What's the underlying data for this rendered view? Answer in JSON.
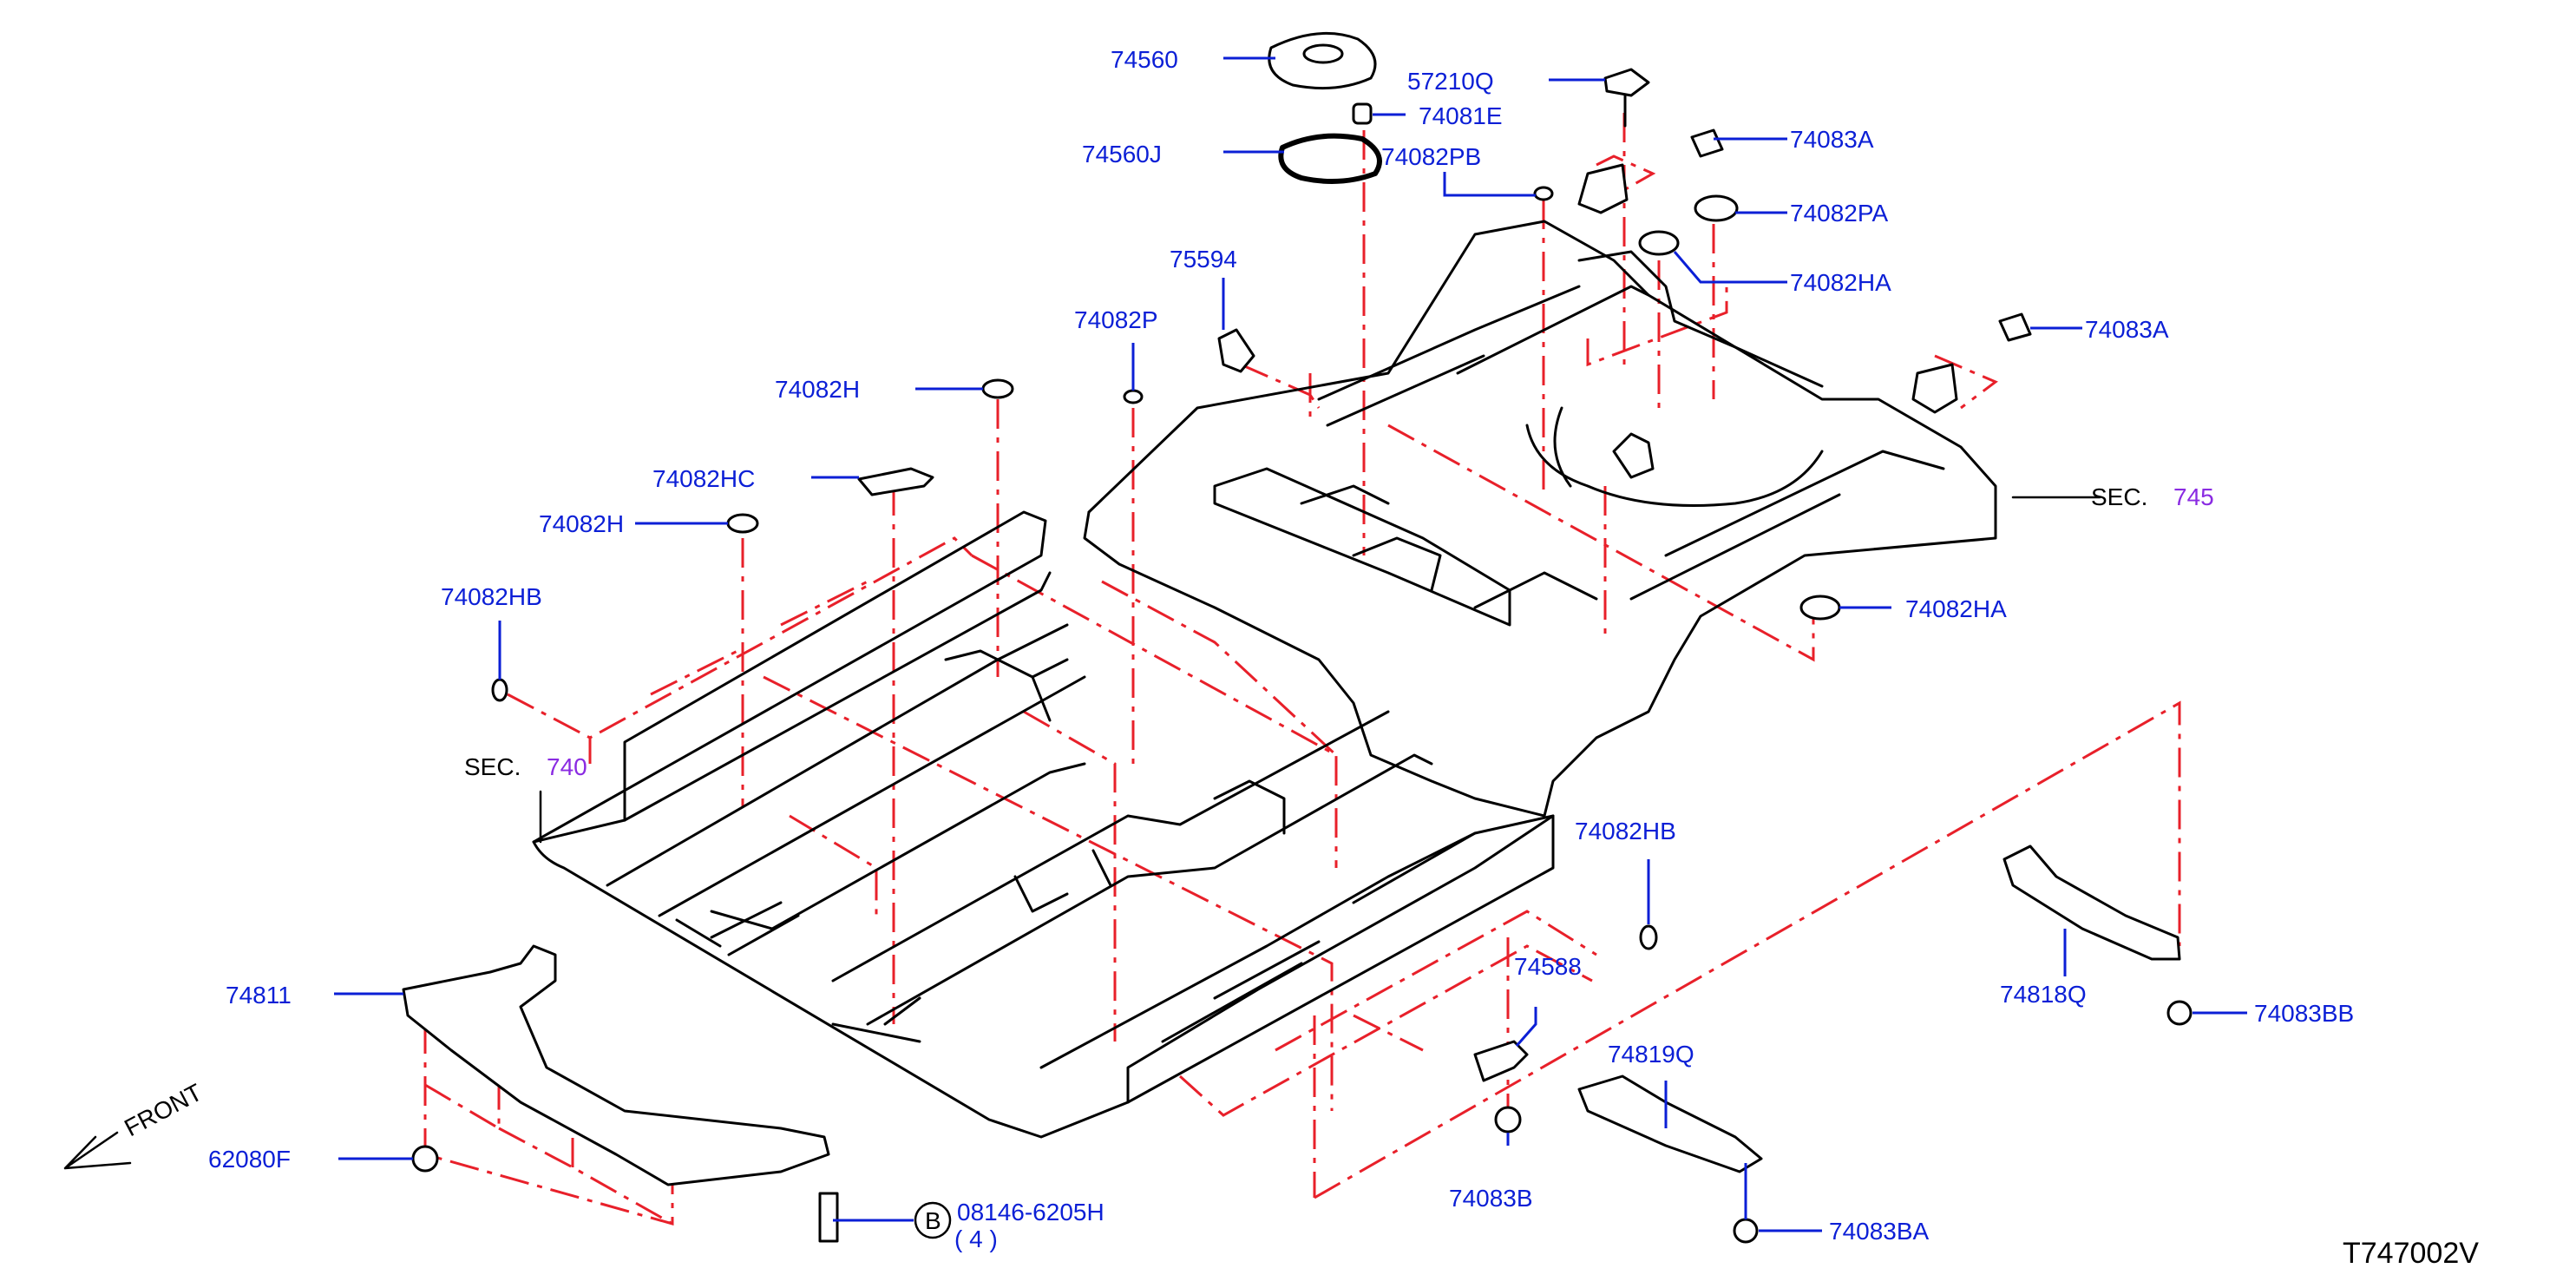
{
  "labels": {
    "p74560": "74560",
    "p74560J": "74560J",
    "p74081E": "74081E",
    "p57210Q": "57210Q",
    "p74083A_top": "74083A",
    "p74082PB": "74082PB",
    "p74082PA": "74082PA",
    "p74082HA_top": "74082HA",
    "p74083A_mid": "74083A",
    "p75594": "75594",
    "p74082P": "74082P",
    "p74082H_a": "74082H",
    "p74082HC": "74082HC",
    "p74082H_b": "74082H",
    "p74082HB_left": "74082HB",
    "p74082HB_right": "74082HB",
    "p74082HA_right": "74082HA",
    "p74811": "74811",
    "p62080F": "62080F",
    "p08146": "08146-6205H",
    "p08146_qty": "( 4 )",
    "bolt_marker": "B",
    "p74588": "74588",
    "p74083B": "74083B",
    "p74819Q": "74819Q",
    "p74083BA": "74083BA",
    "p74818Q": "74818Q",
    "p74083BB": "74083BB"
  },
  "sections": {
    "sec_word": "SEC.",
    "sec_left_num": "740",
    "sec_right_num": "745"
  },
  "front_label": "FRONT",
  "diagram_code": "T747002V",
  "colors": {
    "label": "#0b1fd6",
    "dash": "#e8202a",
    "section_ref": "#8a2be2",
    "line": "#000000"
  }
}
